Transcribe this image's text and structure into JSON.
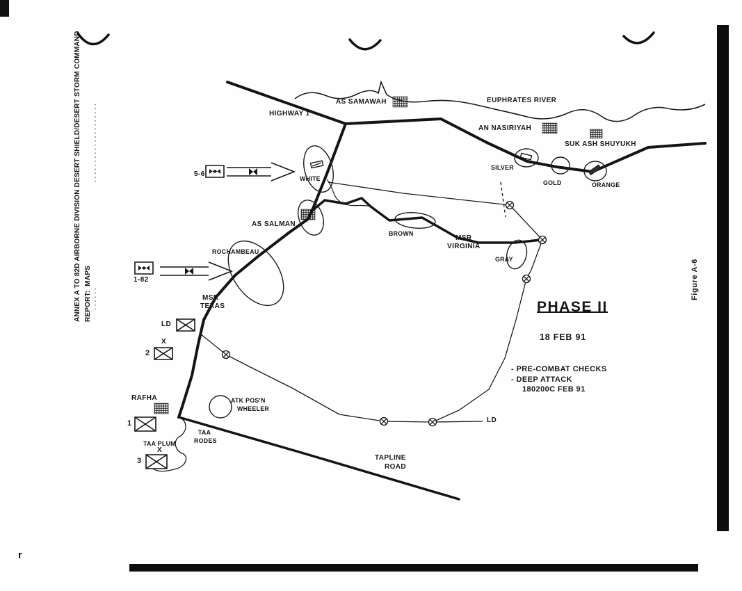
{
  "page": {
    "margin_title_line1": "ANNEX A TO 82D AIRBORNE DIVISION DESERT SHIELD/DESERT STORM COMMAND",
    "margin_title_line2": "REPORT:  MAPS",
    "figure_caption": "Figure A-6",
    "corner_mark": "r"
  },
  "map": {
    "roads": {
      "highway": "HIGHWAY 1",
      "tapline_line1": "TAPLINE",
      "tapline_line2": "ROAD",
      "msr_texas_line1": "MSR",
      "msr_texas_line2": "TEXAS",
      "msr_virginia_line1": "MSR",
      "msr_virginia_line2": "VIRGINIA"
    },
    "river": "EUPHRATES RIVER",
    "towns": {
      "as_samawah": "AS SAMAWAH",
      "an_nasiriyah": "AN NASIRIYAH",
      "suk_ash_shuyukh": "SUK ASH SHUYUKH",
      "as_salman": "AS SALMAN",
      "rafha": "RAFHA"
    },
    "objectives": {
      "white": "WHITE",
      "silver": "SILVER",
      "gold": "GOLD",
      "orange": "ORANGE",
      "brown": "BROWN",
      "gray": "GRAY",
      "rochambeau": "ROCHAMBEAU"
    },
    "areas": {
      "atk_posn_line1": "ATK POS'N",
      "atk_posn_line2": "WHEELER",
      "taa_plum": "TAA PLUM",
      "taa_rodes_line1": "TAA",
      "taa_rodes_line2": "RODES"
    },
    "units": {
      "cav_squadron": "5-6",
      "avn_battalion": "1-82",
      "bde1": "1",
      "bde2": "2",
      "bde3": "3",
      "ld_west": "LD",
      "ld_southeast": "LD",
      "echelon_x": "X"
    },
    "phase_box": {
      "title": "PHASE II",
      "date": "18 FEB 91",
      "note1": "- PRE-COMBAT CHECKS",
      "note2": "- DEEP ATTACK",
      "note3": "180200C FEB 91"
    }
  }
}
